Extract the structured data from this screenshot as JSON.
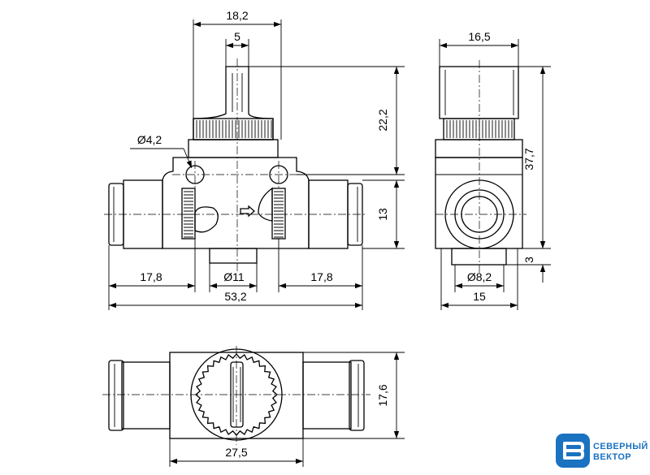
{
  "dimensions": {
    "front_top_width": "18,2",
    "front_stem_width": "5",
    "front_hole_dia": "Ø4,2",
    "front_height_top": "22,2",
    "front_height_mid": "13",
    "front_bottom_dia": "Ø11",
    "front_left_length": "17,8",
    "front_right_length": "17,8",
    "front_total_length": "53,2",
    "side_top_width": "16,5",
    "side_total_height": "37,7",
    "side_offset": "3",
    "side_port_dia": "Ø8,2",
    "side_bottom_width": "15",
    "top_height": "17,6",
    "top_width": "27,5"
  },
  "logo": {
    "line1": "СЕВЕРНЫЙ",
    "line2": "ВЕКТОР",
    "color": "#1a72c1"
  }
}
